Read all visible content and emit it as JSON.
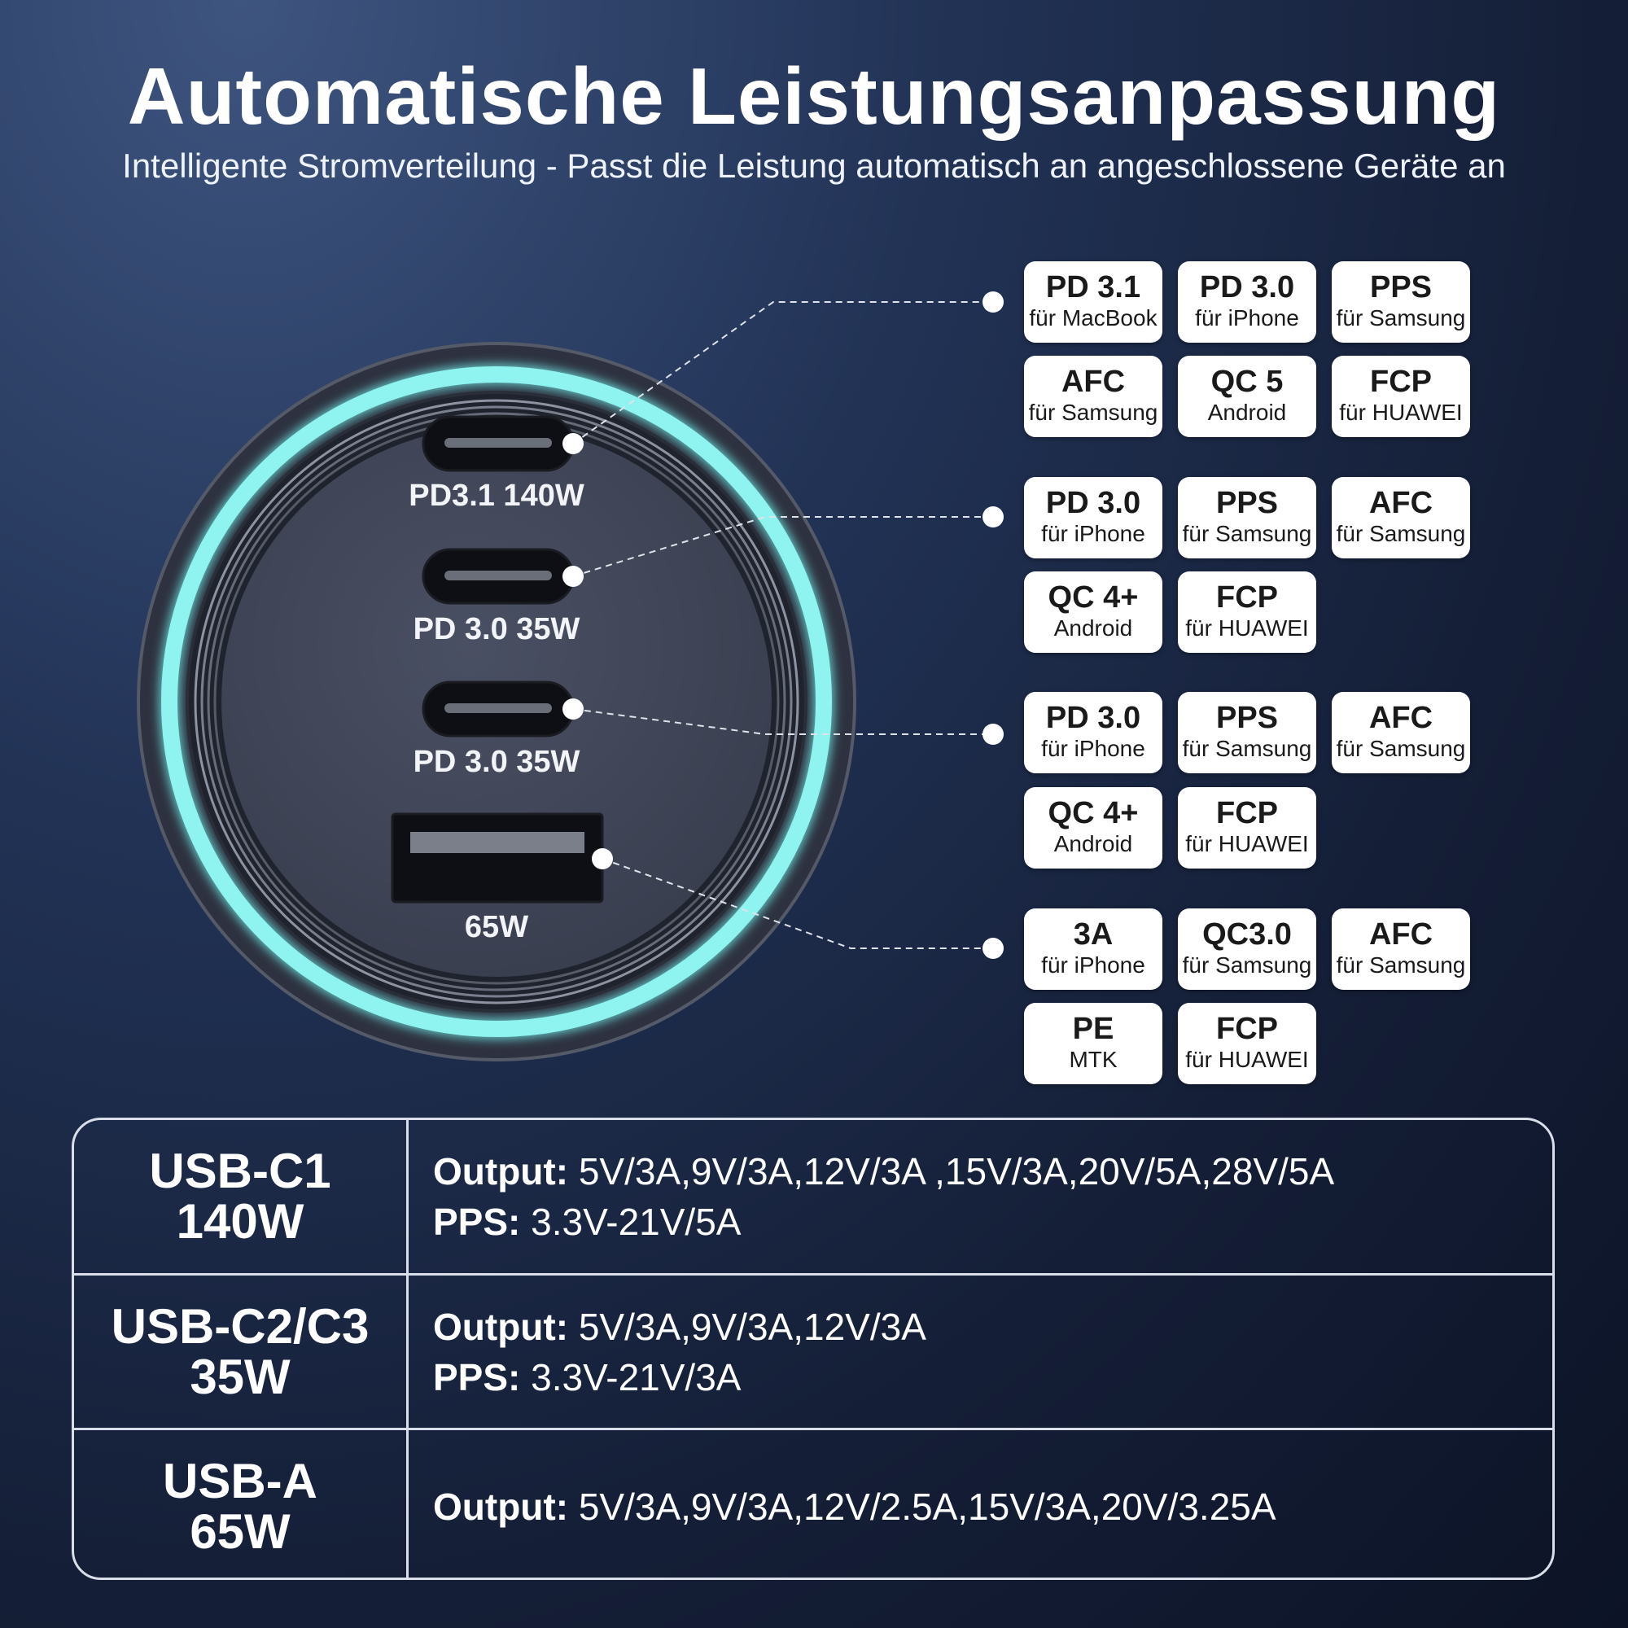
{
  "header": {
    "title": "Automatische Leistungsanpassung",
    "subtitle": "Intelligente Stromverteilung - Passt die Leistung automatisch an angeschlossene Geräte an"
  },
  "ports": [
    {
      "label": "PD3.1 140W"
    },
    {
      "label": "PD 3.0 35W"
    },
    {
      "label": "PD 3.0 35W"
    },
    {
      "label": "65W"
    }
  ],
  "badge_groups": [
    [
      {
        "title": "PD 3.1",
        "sub": "für MacBook"
      },
      {
        "title": "PD 3.0",
        "sub": "für iPhone"
      },
      {
        "title": "PPS",
        "sub": "für Samsung"
      },
      {
        "title": "AFC",
        "sub": "für Samsung"
      },
      {
        "title": "QC 5",
        "sub": "Android"
      },
      {
        "title": "FCP",
        "sub": "für HUAWEI"
      }
    ],
    [
      {
        "title": "PD 3.0",
        "sub": "für iPhone"
      },
      {
        "title": "PPS",
        "sub": "für Samsung"
      },
      {
        "title": "AFC",
        "sub": "für Samsung"
      },
      {
        "title": "QC 4+",
        "sub": "Android"
      },
      {
        "title": "FCP",
        "sub": "für HUAWEI"
      }
    ],
    [
      {
        "title": "PD 3.0",
        "sub": "für iPhone"
      },
      {
        "title": "PPS",
        "sub": "für Samsung"
      },
      {
        "title": "AFC",
        "sub": "für Samsung"
      },
      {
        "title": "QC 4+",
        "sub": "Android"
      },
      {
        "title": "FCP",
        "sub": "für HUAWEI"
      }
    ],
    [
      {
        "title": "3A",
        "sub": "für iPhone"
      },
      {
        "title": "QC3.0",
        "sub": "für Samsung"
      },
      {
        "title": "AFC",
        "sub": "für Samsung"
      },
      {
        "title": "PE",
        "sub": "MTK"
      },
      {
        "title": "FCP",
        "sub": "für HUAWEI"
      }
    ]
  ],
  "specs": [
    {
      "port": "USB-C1",
      "power": "140W",
      "output_label": "Output:",
      "output": "5V/3A,9V/3A,12V/3A ,15V/3A,20V/5A,28V/5A",
      "pps_label": "PPS:",
      "pps": "3.3V-21V/5A"
    },
    {
      "port": "USB-C2/C3",
      "power": "35W",
      "output_label": "Output:",
      "output": "5V/3A,9V/3A,12V/3A",
      "pps_label": "PPS:",
      "pps": "3.3V-21V/3A"
    },
    {
      "port": "USB-A",
      "power": "65W",
      "output_label": "Output:",
      "output": "5V/3A,9V/3A,12V/2.5A,15V/3A,20V/3.25A"
    }
  ],
  "colors": {
    "glow_ring": "#6fe6e3",
    "background": "#1b2846",
    "badge_bg": "#ffffff"
  }
}
